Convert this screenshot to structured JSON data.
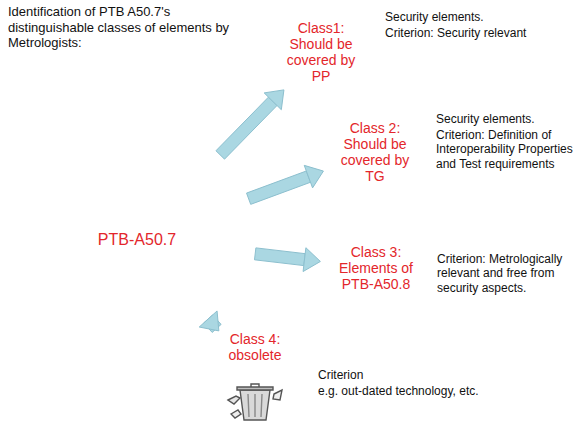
{
  "diagram": {
    "title": "Identification of PTB A50.7's distinguishable classes of elements by Metrologists:",
    "nodes": [
      {
        "text": [
          "PTB-A50.7"
        ]
      },
      {
        "text": [
          "Class1: Should be covered by PP"
        ]
      },
      {
        "text": [
          "Class 2: Should be covered by TG"
        ]
      },
      {
        "text": [
          "Class 3: Elements of PTB-A50.8"
        ]
      },
      {
        "text": [
          "Class 4: obsolete"
        ]
      }
    ],
    "edges": [
      {
        "from": 0,
        "to": 1,
        "arrow": "to"
      },
      {
        "from": 0,
        "to": 2,
        "arrow": "to"
      },
      {
        "from": 0,
        "to": 3,
        "arrow": "to"
      },
      {
        "from": 0,
        "to": 4,
        "arrow": "to"
      }
    ],
    "labels": [
      "Security elements.",
      "Criterion: Security relevant",
      "Security elements.",
      "Criterion: Definition of Interoperability Properties and Test requirements",
      "Criterion: Metrologically relevant and free from security aspects.",
      "Criterion",
      "e.g. out-dated technology, etc."
    ]
  }
}
